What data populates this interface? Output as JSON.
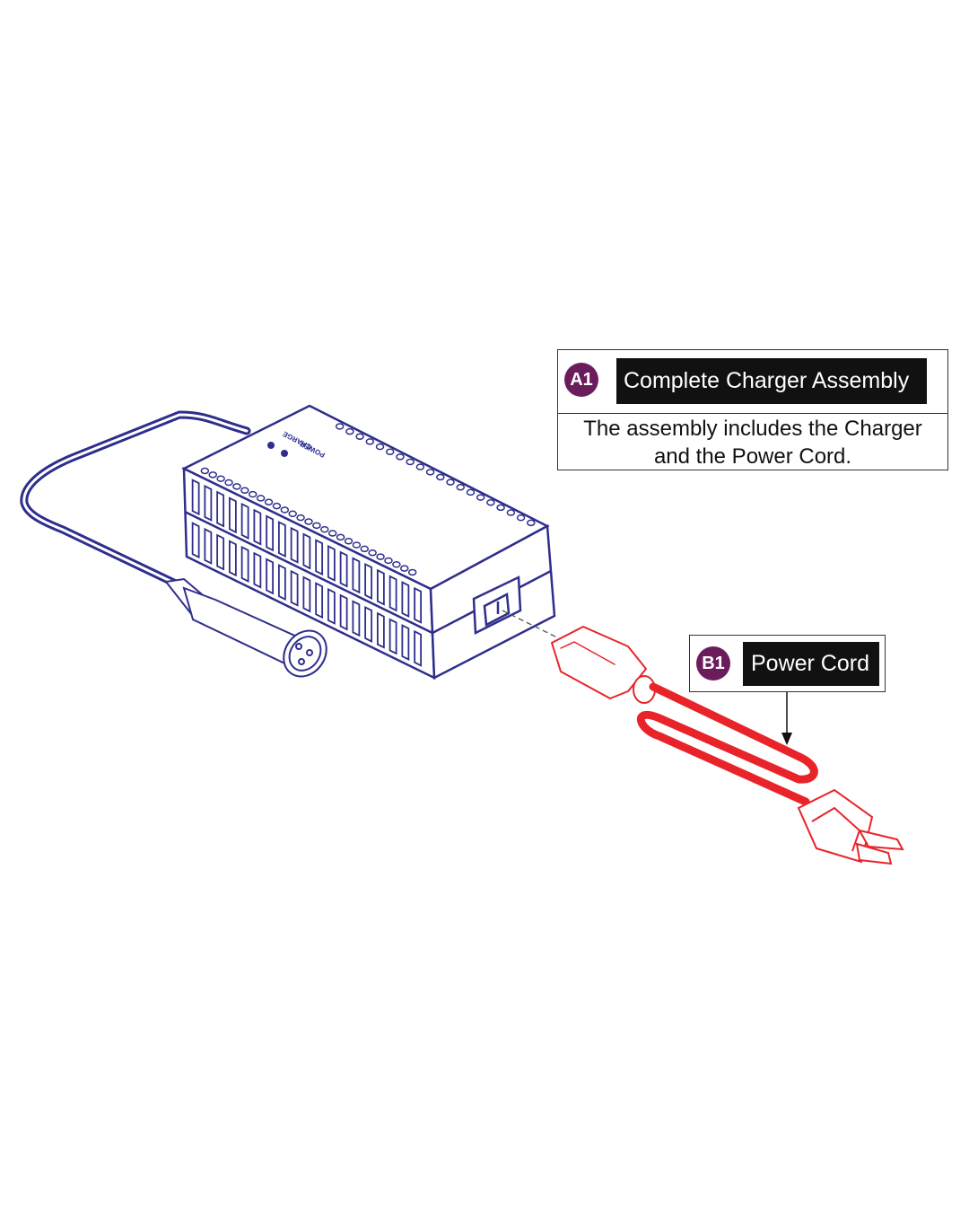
{
  "callouts": [
    {
      "id": "A1",
      "title": "Complete Charger Assembly",
      "description": "The assembly includes the Charger\nand the Power Cord."
    },
    {
      "id": "B1",
      "title": "Power Cord"
    }
  ],
  "charger": {
    "label_charge": "CHARGE",
    "label_power": "POWER"
  },
  "colors": {
    "charger_line": "#2e2e8c",
    "power_cord": "#e8242a",
    "badge": "#6b1d5b",
    "label_bg": "#111111"
  },
  "icons": {
    "connector": "xlr-connector-icon",
    "plug": "ac-plug-icon"
  }
}
